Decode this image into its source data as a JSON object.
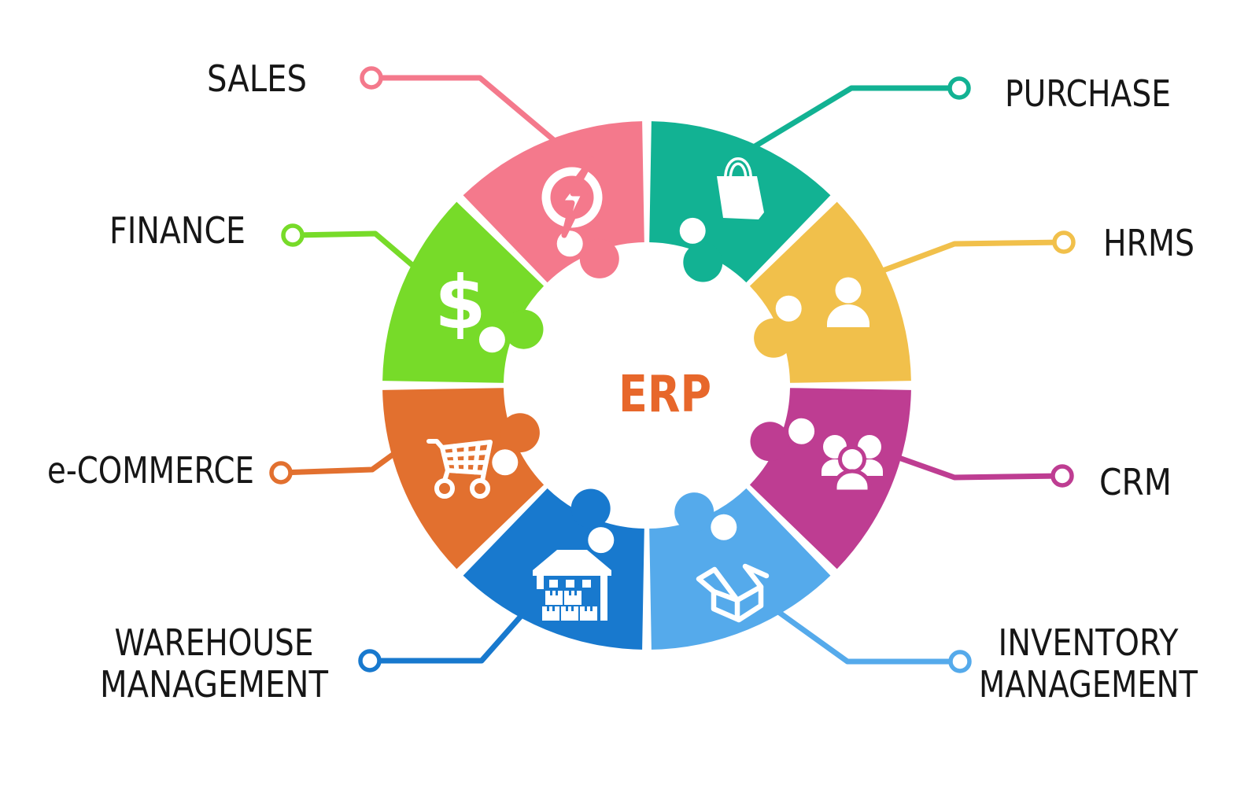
{
  "page": {
    "background": "#ffffff",
    "label_color": "#161616"
  },
  "center": {
    "title": "ERP",
    "color": "#E7672B"
  },
  "segments": [
    {
      "id": "purchase",
      "label": "PURCHASE",
      "color": "#12B293",
      "icon": "shopping-bag-icon"
    },
    {
      "id": "hrms",
      "label": "HRMS",
      "color": "#F1C04B",
      "icon": "person-icon"
    },
    {
      "id": "crm",
      "label": "CRM",
      "color": "#BE3D92",
      "icon": "people-group-icon"
    },
    {
      "id": "inventory",
      "label": "INVENTORY",
      "label_line2": "MANAGEMENT",
      "color": "#55AAEB",
      "icon": "open-box-icon"
    },
    {
      "id": "warehouse",
      "label": "WAREHOUSE",
      "label_line2": "MANAGEMENT",
      "color": "#1879CE",
      "icon": "warehouse-icon"
    },
    {
      "id": "ecommerce",
      "label": "e-COMMERCE",
      "color": "#E2702F",
      "icon": "shopping-cart-icon"
    },
    {
      "id": "finance",
      "label": "FINANCE",
      "color": "#77DB29",
      "icon": "dollar-icon"
    },
    {
      "id": "sales",
      "label": "SALES",
      "color": "#F4798C",
      "icon": "flash-icon"
    }
  ]
}
